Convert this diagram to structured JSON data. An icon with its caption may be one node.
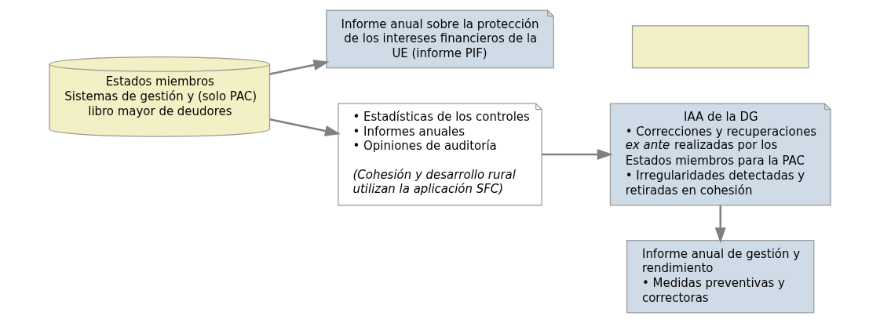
{
  "diagram": {
    "nodes": [
      {
        "text": [
          "Estados miembros",
          "Sistemas de gestión y (solo PAC) libro mayor de deudores"
        ]
      },
      {
        "text": [
          "Informe anual sobre la protección de los intereses financieros de la UE (informe PIF)"
        ]
      },
      {
        "text": [
          "• Estadísticas de los controles",
          "• Informes anuales",
          "• Opiniones de auditoría",
          "(Cohesión y desarrollo rural utilizan la aplicación SFC)"
        ]
      },
      {
        "text": [
          "IAA de la DG",
          "• Correcciones y recuperaciones *ex ante* realizadas por los Estados miembros para la PAC",
          "• Irregularidades detectadas y retiradas en cohesión"
        ]
      },
      {
        "text": [
          "Informe anual de gestión y rendimiento",
          "• Medidas preventivas y correctoras"
        ]
      },
      {
        "text": [],
        "shape": "box"
      }
    ],
    "edges": [
      {
        "from": 0,
        "to": 1,
        "arrow": "to"
      },
      {
        "from": 0,
        "to": 2,
        "arrow": "to"
      },
      {
        "from": 2,
        "to": 3,
        "arrow": "to"
      },
      {
        "from": 3,
        "to": 4,
        "arrow": "to"
      }
    ]
  }
}
